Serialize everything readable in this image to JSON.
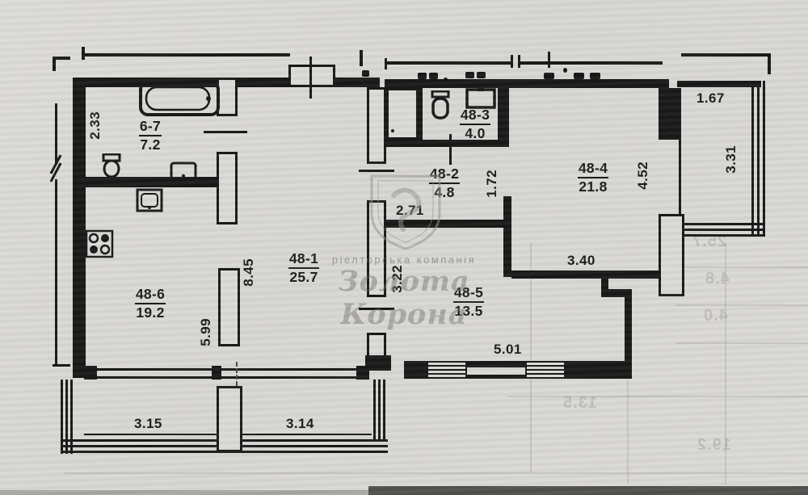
{
  "plan_type": "apartment floor plan",
  "rooms": [
    {
      "id": "6-7",
      "area": "7.2"
    },
    {
      "id": "48-1",
      "area": "25.7"
    },
    {
      "id": "48-2",
      "area": "4.8"
    },
    {
      "id": "48-3",
      "area": "4.0"
    },
    {
      "id": "48-4",
      "area": "21.8"
    },
    {
      "id": "48-5",
      "area": "13.5"
    },
    {
      "id": "48-6",
      "area": "19.2"
    }
  ],
  "dims": [
    "2.33",
    "1.67",
    "3.31",
    "4.52",
    "1.72",
    "2.71",
    "8.45",
    "3.40",
    "3.22",
    "5.99",
    "5.01",
    "3.15",
    "3.14"
  ],
  "watermark": {
    "company": "ріелторська компанія",
    "name": "Золота Корона"
  },
  "bleedthrough": [
    "25.7",
    "4.8",
    "4.0",
    "13.5",
    "19.2"
  ]
}
